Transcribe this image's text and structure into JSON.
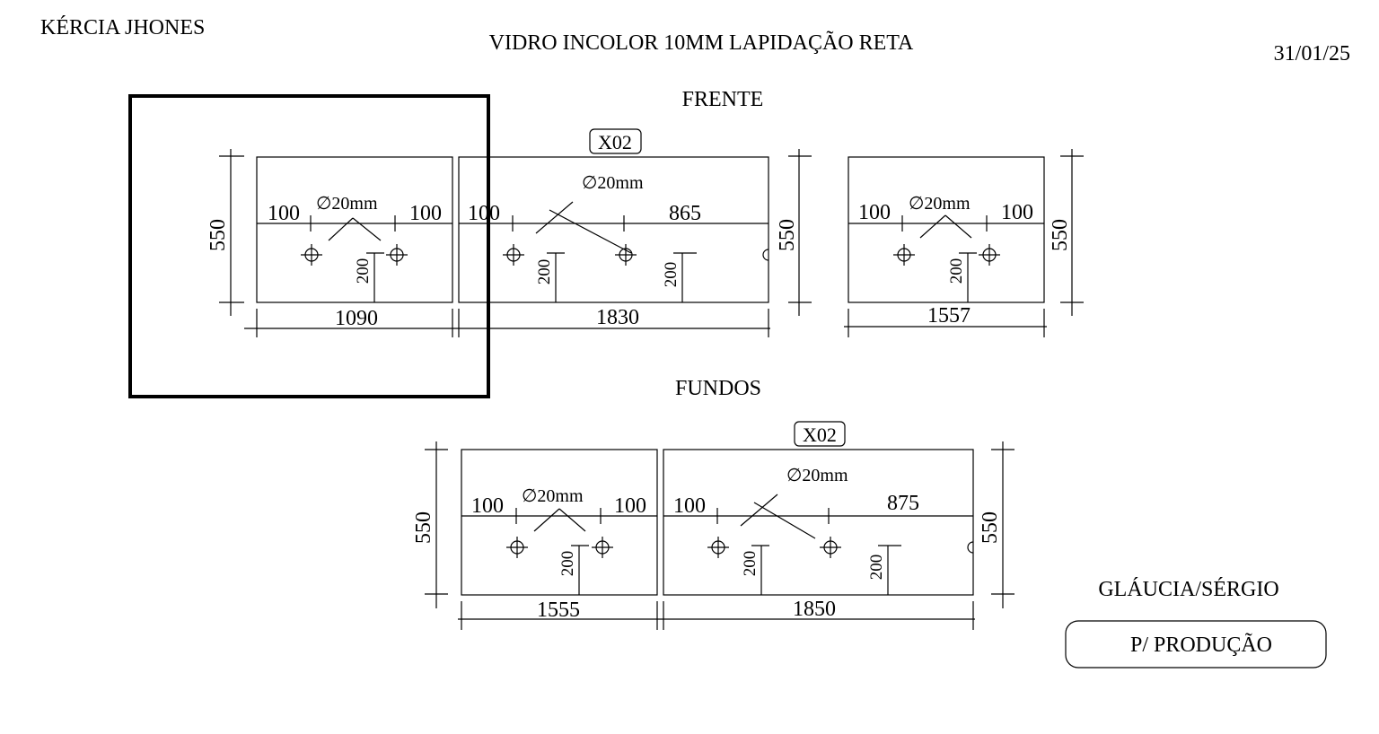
{
  "header": {
    "client": "KÉRCIA JHONES",
    "title": "VIDRO INCOLOR 10MM LAPIDAÇÃO RETA",
    "date": "31/01/25"
  },
  "frente": {
    "label": "FRENTE",
    "qty_tag": "X02",
    "height": "550",
    "panels": [
      {
        "width": "1090",
        "left_offset": "100",
        "right_offset": "100",
        "hole": "∅20mm",
        "vertical": "200"
      },
      {
        "width": "1830",
        "left_offset": "100",
        "right_offset": "865",
        "hole": "∅20mm",
        "vertical_a": "200",
        "vertical_b": "200"
      },
      {
        "width": "1557",
        "left_offset": "100",
        "right_offset": "100",
        "hole": "∅20mm",
        "vertical": "200"
      }
    ]
  },
  "fundos": {
    "label": "FUNDOS",
    "qty_tag": "X02",
    "height": "550",
    "panels": [
      {
        "width": "1555",
        "left_offset": "100",
        "right_offset": "100",
        "hole": "∅20mm",
        "vertical": "200"
      },
      {
        "width": "1850",
        "left_offset": "100",
        "right_offset": "875",
        "hole": "∅20mm",
        "vertical_a": "200",
        "vertical_b": "200"
      }
    ]
  },
  "footer": {
    "customers": "GLÁUCIA/SÉRGIO",
    "stamp": "P/ PRODUÇÃO"
  }
}
